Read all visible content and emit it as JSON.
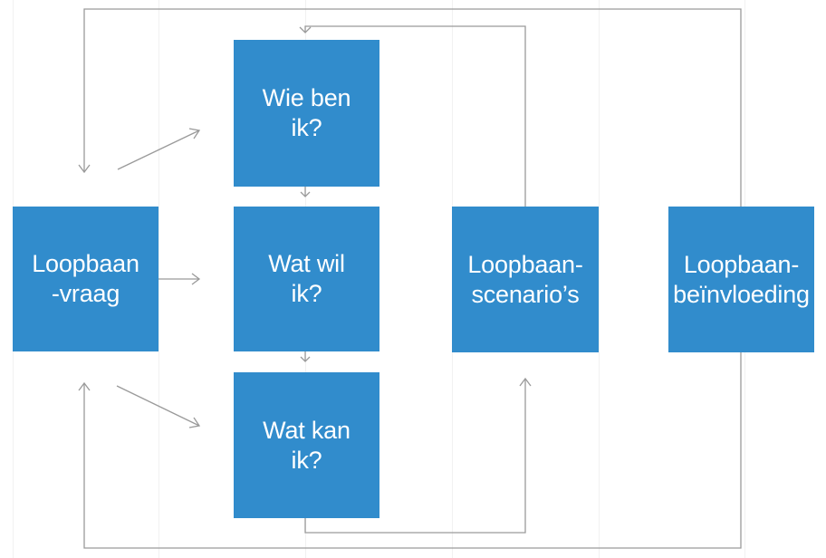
{
  "diagram": {
    "nodes": {
      "vraag": {
        "label": "Loopbaan\n-vraag"
      },
      "wie": {
        "label": "Wie ben\nik?"
      },
      "wil": {
        "label": "Wat wil\nik?"
      },
      "kan": {
        "label": "Wat kan\nik?"
      },
      "scenario": {
        "label": "Loopbaan-\nscenario’s"
      },
      "beinvloeding": {
        "label": "Loopbaan-\nbeïnvloeding"
      }
    },
    "colors": {
      "box_fill": "#318ccc",
      "box_text": "#ffffff",
      "connector": "#9a9a9a"
    }
  }
}
